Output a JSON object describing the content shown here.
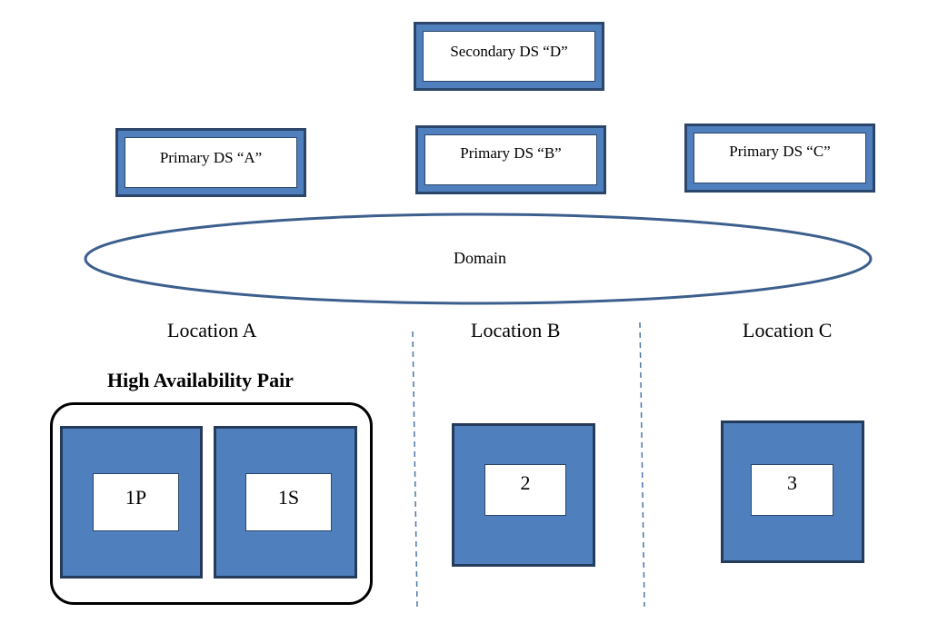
{
  "diagram": {
    "secondary_ds": "Secondary DS “D”",
    "primary_ds": [
      "Primary DS “A”",
      "Primary DS “B”",
      "Primary DS “C”"
    ],
    "domain": "Domain",
    "locations": [
      "Location A",
      "Location B",
      "Location C"
    ],
    "ha_pair_title": "High Availability Pair",
    "nodes": [
      "1P",
      "1S",
      "2",
      "3"
    ]
  },
  "colors": {
    "box_fill": "#4f80bd",
    "box_border": "#2c466b",
    "outline": "#3c5f8e",
    "divider": "#4a75aa"
  }
}
